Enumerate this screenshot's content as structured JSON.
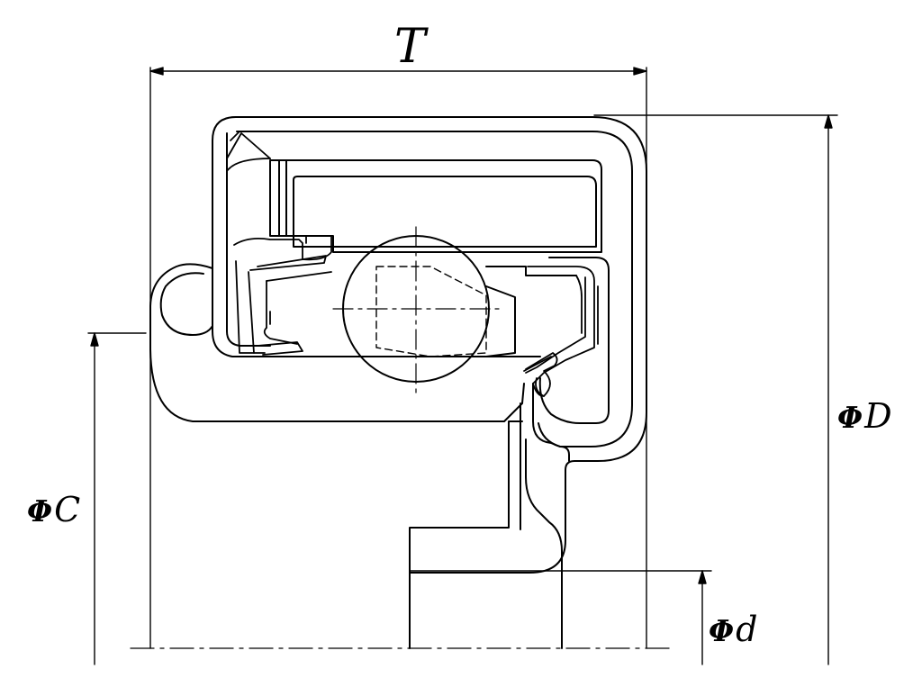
{
  "labels": {
    "T": "T",
    "D": "ΦD",
    "C": "ΦC",
    "d": "Φd"
  },
  "colors": {
    "line": "#000000",
    "background": "#ffffff"
  }
}
